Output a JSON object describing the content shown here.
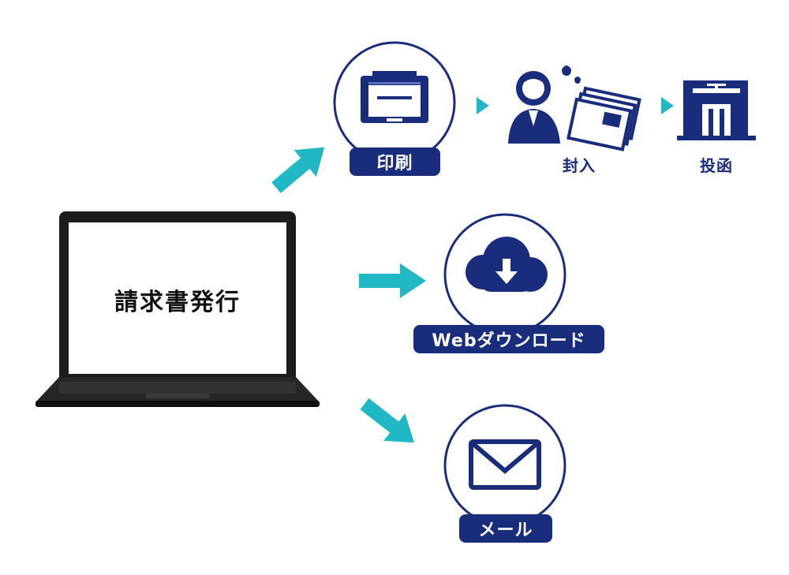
{
  "diagram": {
    "laptop_screen_text": "請求書発行",
    "nodes": {
      "print": {
        "label": "印刷",
        "icon": "printer-icon"
      },
      "web": {
        "label": "Webダウンロード",
        "icon": "cloud-download-icon"
      },
      "mail": {
        "label": "メール",
        "icon": "envelope-icon"
      }
    },
    "steps": [
      {
        "label": "封入",
        "icon": "enclosing-worker-icon"
      },
      {
        "label": "投函",
        "icon": "post-office-icon"
      }
    ]
  },
  "colors": {
    "navy": "#1a2d7c",
    "teal": "#1fb8c4",
    "white": "#ffffff",
    "laptop": "#1c1c1c"
  }
}
